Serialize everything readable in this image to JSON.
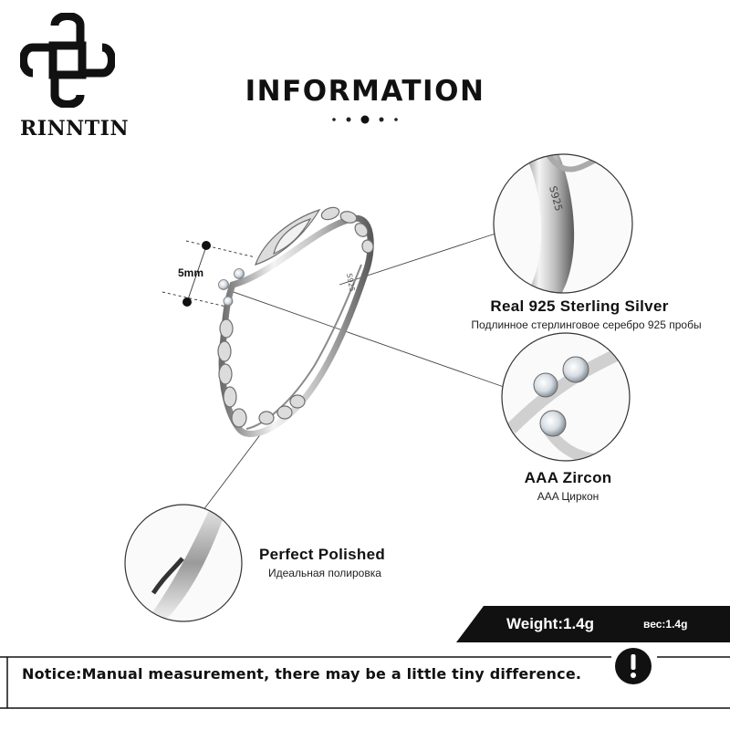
{
  "brand": {
    "name": "RINNTIN",
    "logo_icon": "quatrefoil-knot-logo"
  },
  "heading": {
    "title": "INFORMATION"
  },
  "dimension": {
    "label": "5mm"
  },
  "features": [
    {
      "title": "Real 925  Sterling  Silver",
      "subtitle": "Подлинное стерлинговое серебро 925 пробы",
      "detail_engraving": "S925"
    },
    {
      "title": "AAA  Zircon",
      "subtitle": "AAA Циркон"
    },
    {
      "title": "Perfect  Polished",
      "subtitle": "Идеальная полировка"
    }
  ],
  "ring": {
    "engraving": "S925"
  },
  "weight": {
    "label": "Weight:1.4g",
    "label_ru": "вес:1.4g"
  },
  "notice": {
    "text": "Notice:Manual measurement, there may be a little tiny difference.",
    "icon": "exclamation-icon"
  },
  "colors": {
    "text": "#111111",
    "banner": "#111111",
    "silver": "#c8c8c8",
    "background": "#ffffff"
  }
}
